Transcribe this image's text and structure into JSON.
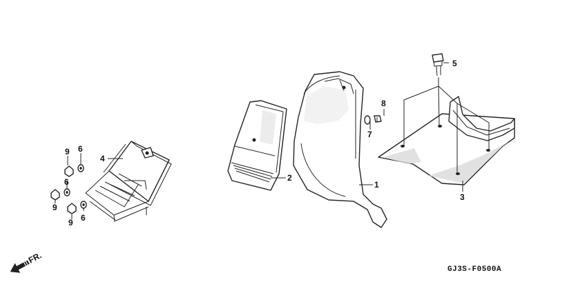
{
  "labels": {
    "p1": "1",
    "p2": "2",
    "p3": "3",
    "p4": "4",
    "p5": "5",
    "p6a": "6",
    "p6b": "6",
    "p6c": "6",
    "p7": "7",
    "p8": "8",
    "p9a": "9",
    "p9b": "9",
    "p9c": "9"
  },
  "direction": {
    "front_label": "FR."
  },
  "diagram_code": "GJ3S-F0500A"
}
